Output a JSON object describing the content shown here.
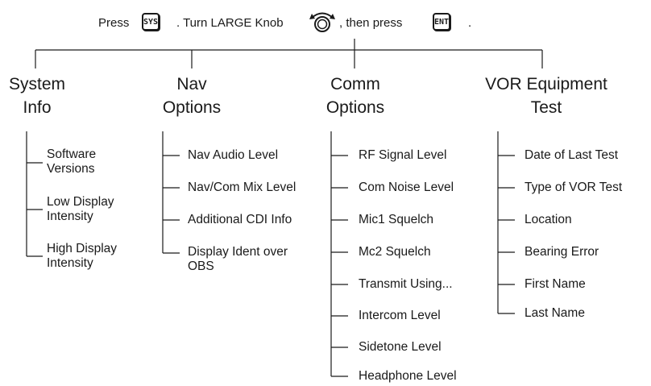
{
  "instruction": {
    "press1": "Press",
    "key_sys": "SYS",
    "turn": ". Turn LARGE Knob",
    "then_press": ", then press",
    "key_ent": "ENT",
    "period": "."
  },
  "columns": [
    {
      "heading_line1": "System",
      "heading_line2": "Info",
      "items": [
        "Software Versions",
        "Low Display Intensity",
        "High Display Intensity"
      ]
    },
    {
      "heading_line1": "Nav",
      "heading_line2": "Options",
      "items": [
        "Nav Audio Level",
        "Nav/Com Mix Level",
        "Additional CDI Info",
        "Display Ident over OBS"
      ]
    },
    {
      "heading_line1": "Comm",
      "heading_line2": "Options",
      "items": [
        "RF Signal Level",
        "Com Noise Level",
        "Mic1 Squelch",
        "Mc2 Squelch",
        "Transmit Using...",
        "Intercom Level",
        "Sidetone Level",
        "Headphone Level"
      ]
    },
    {
      "heading_line1": "VOR Equipment",
      "heading_line2": "Test",
      "items": [
        "Date of Last Test",
        "Type of VOR Test",
        "Location",
        "Bearing Error",
        "First Name",
        "Last Name"
      ]
    }
  ]
}
